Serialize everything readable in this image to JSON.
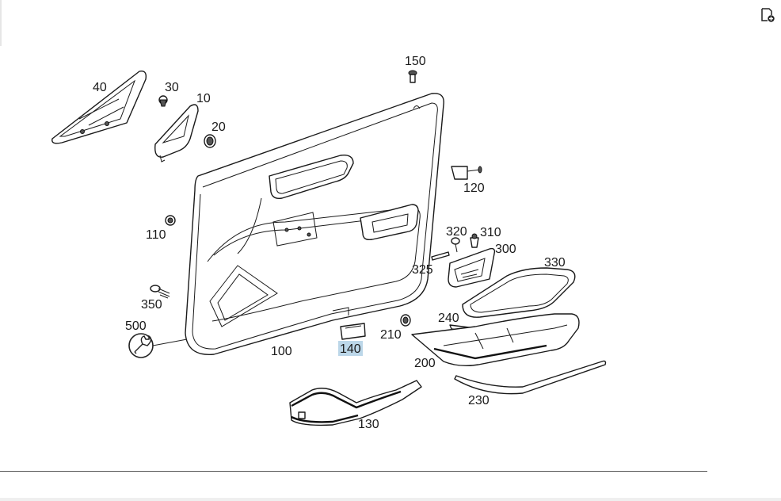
{
  "labels": {
    "p150": "150",
    "p40": "40",
    "p30": "30",
    "p10": "10",
    "p20": "20",
    "p120": "120",
    "p110": "110",
    "p320": "320",
    "p310": "310",
    "p300": "300",
    "p330": "330",
    "p325": "325",
    "p350": "350",
    "p500": "500",
    "p240": "240",
    "p210": "210",
    "p140": "140",
    "p100": "100",
    "p200": "200",
    "p230": "230",
    "p130": "130"
  },
  "highlighted_part": "140",
  "highlight_color": "#bcd7e9",
  "icons": {
    "add": "add-to-list-icon",
    "tool": "wrench-icon"
  }
}
